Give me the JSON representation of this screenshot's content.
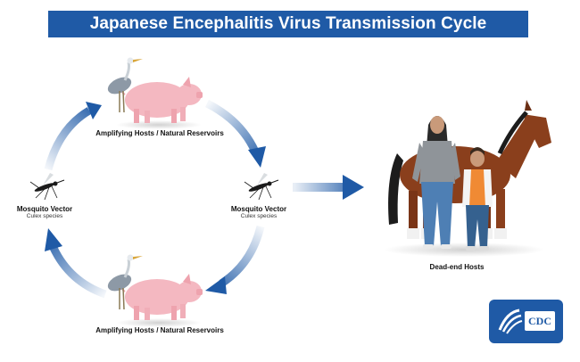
{
  "title": "Japanese Encephalitis Virus Transmission Cycle",
  "nodes": {
    "top_hosts": {
      "label": "Amplifying Hosts / Natural Reservoirs"
    },
    "bottom_hosts": {
      "label": "Amplifying Hosts / Natural Reservoirs"
    },
    "left_vector": {
      "label": "Mosquito Vector",
      "sublabel": "Culex species"
    },
    "right_vector": {
      "label": "Mosquito Vector",
      "sublabel": "Culex species"
    },
    "dead_end": {
      "label": "Dead-end Hosts"
    }
  },
  "logo": {
    "text": "CDC"
  },
  "colors": {
    "title_bg": "#1f5aa6",
    "arrow": "#1f5aa6",
    "pig": "#f4b8c1",
    "horse": "#8a3f1c"
  },
  "icons": [
    "heron-icon",
    "pig-icon",
    "mosquito-icon",
    "horse-icon",
    "woman-icon",
    "boy-icon",
    "hhs-seal-icon"
  ]
}
